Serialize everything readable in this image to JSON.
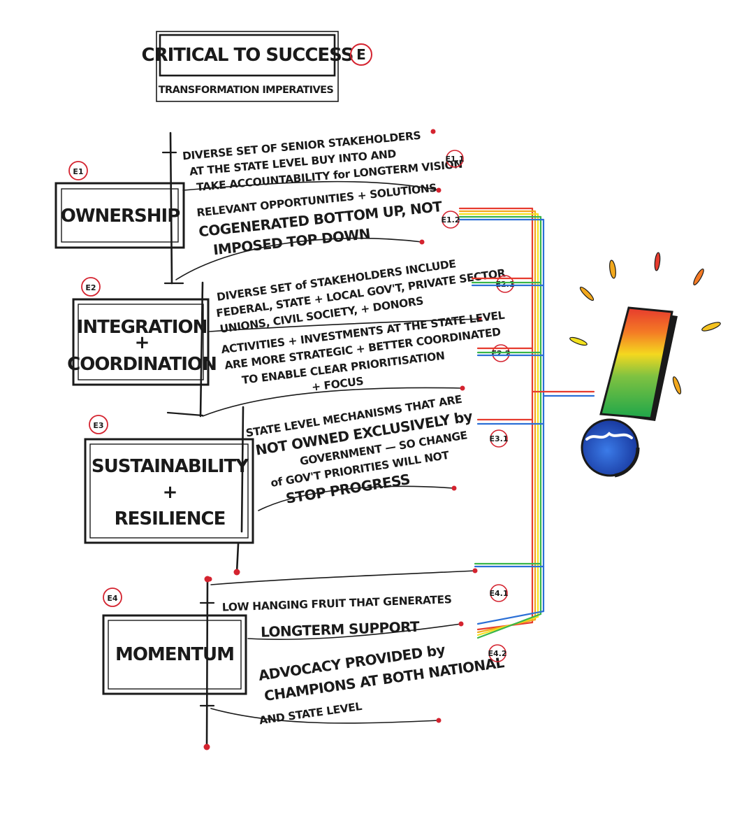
{
  "header": {
    "title": "CRITICAL TO SUCCESS",
    "subtitle": "TRANSFORMATION IMPERATIVES",
    "tag": "E"
  },
  "pillars": [
    {
      "tag": "E1",
      "title_lines": [
        "OWNERSHIP"
      ],
      "items": [
        {
          "tag": "E1.1",
          "lines": [
            "DIVERSE SET OF SENIOR STAKEHOLDERS",
            "AT THE STATE LEVEL BUY INTO AND",
            "TAKE ACCOUNTABILITY for LONGTERM VISION"
          ]
        },
        {
          "tag": "E1.2",
          "lines": [
            "RELEVANT OPPORTUNITIES + SOLUTIONS",
            "COGENERATED BOTTOM UP, NOT",
            "IMPOSED TOP DOWN"
          ]
        }
      ]
    },
    {
      "tag": "E2",
      "title_lines": [
        "INTEGRATION",
        "+",
        "COORDINATION"
      ],
      "items": [
        {
          "tag": "E2.1",
          "lines": [
            "DIVERSE SET of STAKEHOLDERS INCLUDE",
            "FEDERAL, STATE + LOCAL GOV'T, PRIVATE SECTOR",
            "UNIONS, CIVIL SOCIETY, + DONORS"
          ]
        },
        {
          "tag": "E2.2",
          "lines": [
            "ACTIVITIES + INVESTMENTS AT THE STATE LEVEL",
            "ARE MORE STRATEGIC + BETTER COORDINATED",
            "TO ENABLE CLEAR PRIORITISATION",
            "+ FOCUS"
          ]
        }
      ]
    },
    {
      "tag": "E3",
      "title_lines": [
        "SUSTAINABILITY",
        "+",
        "RESILIENCE"
      ],
      "items": [
        {
          "tag": "E3.1",
          "lines": [
            "STATE LEVEL MECHANISMS THAT ARE",
            "NOT OWNED EXCLUSIVELY by",
            "GOVERNMENT — SO CHANGE",
            "of GOV'T PRIORITIES WILL NOT",
            "STOP PROGRESS"
          ]
        }
      ]
    },
    {
      "tag": "E4",
      "title_lines": [
        "MOMENTUM"
      ],
      "items": [
        {
          "tag": "E4.1",
          "lines": [
            "LOW HANGING FRUIT THAT GENERATES",
            "LONGTERM SUPPORT"
          ]
        },
        {
          "tag": "E4.2",
          "lines": [
            "ADVOCACY PROVIDED by",
            "CHAMPIONS AT BOTH NATIONAL",
            "AND STATE LEVEL"
          ]
        }
      ]
    }
  ],
  "colors": {
    "ink": "#1a1a1a",
    "accent_dot": "#d4232f",
    "rainbow": [
      "#e63b2e",
      "#f2a81d",
      "#f4e21f",
      "#39b54a",
      "#2b6fd6"
    ],
    "globe": "#2457c4"
  },
  "icon": "exclamation-mark-icon"
}
